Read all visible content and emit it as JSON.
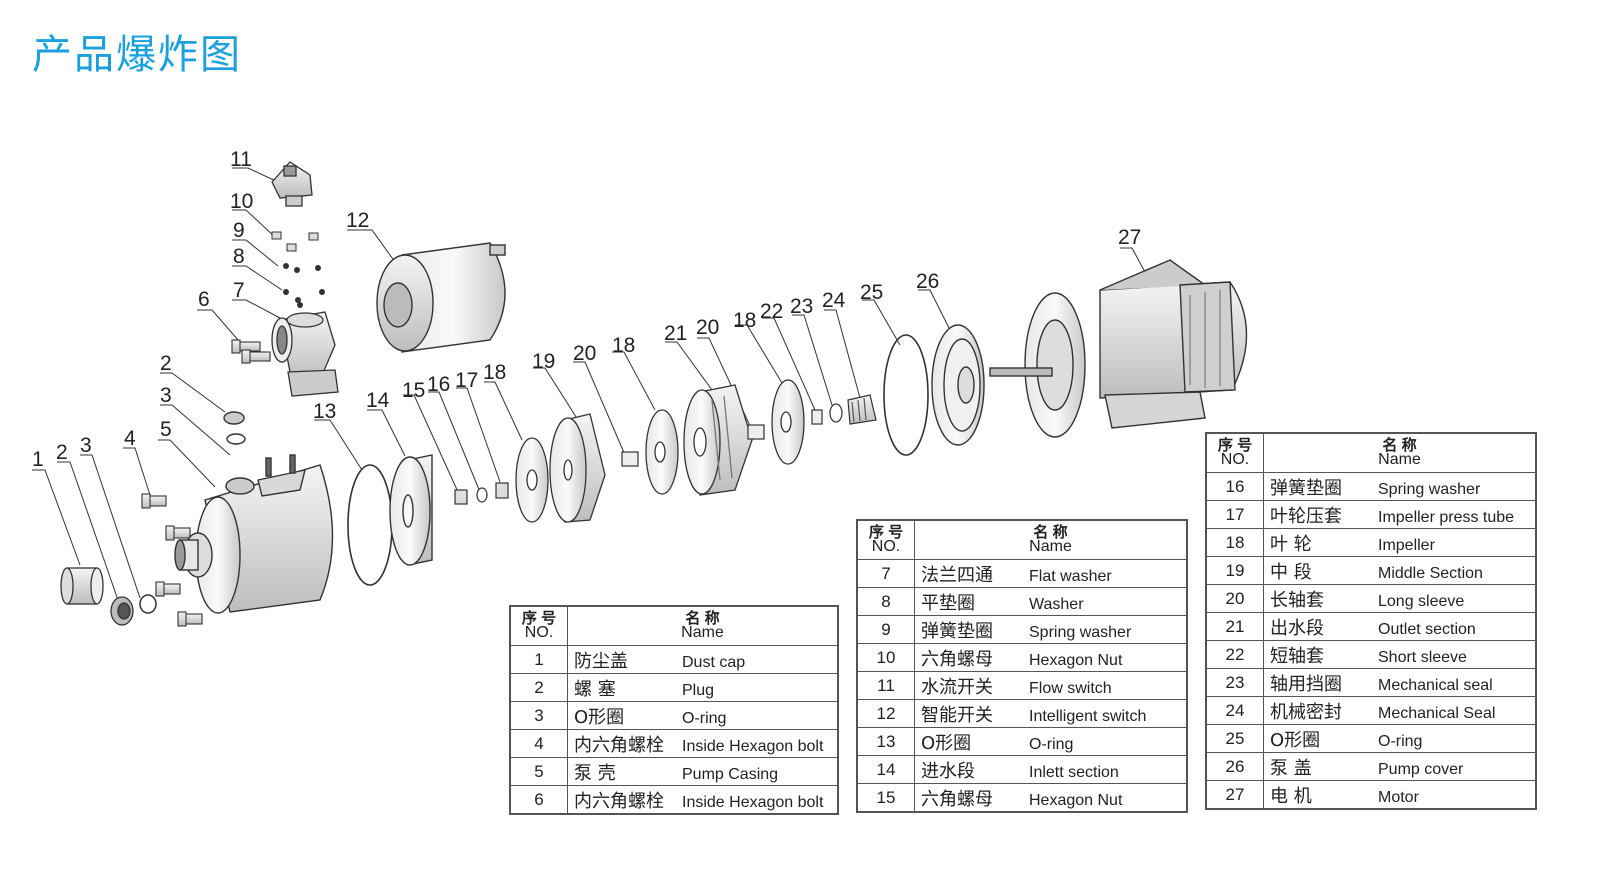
{
  "title": "产品爆炸图",
  "header": {
    "no_cn": "序 号",
    "no_en": "NO.",
    "name_cn": "名 称",
    "name_en": "Name"
  },
  "callouts": [
    "1",
    "2",
    "3",
    "4",
    "5",
    "2",
    "3",
    "6",
    "7",
    "8",
    "9",
    "10",
    "11",
    "12",
    "13",
    "14",
    "15",
    "16",
    "17",
    "18",
    "19",
    "20",
    "18",
    "21",
    "20",
    "18",
    "22",
    "23",
    "24",
    "25",
    "26",
    "27"
  ],
  "tables": [
    {
      "rows": [
        {
          "no": "1",
          "cn": "防尘盖",
          "en": "Dust cap"
        },
        {
          "no": "2",
          "cn": "螺 塞",
          "en": "Plug"
        },
        {
          "no": "3",
          "cn": "O形圈",
          "en": "O-ring"
        },
        {
          "no": "4",
          "cn": "内六角螺栓",
          "en": "Inside Hexagon bolt"
        },
        {
          "no": "5",
          "cn": "泵 壳",
          "en": "Pump Casing"
        },
        {
          "no": "6",
          "cn": "内六角螺栓",
          "en": "Inside Hexagon bolt"
        }
      ]
    },
    {
      "rows": [
        {
          "no": "7",
          "cn": "法兰四通",
          "en": "Flat washer"
        },
        {
          "no": "8",
          "cn": "平垫圈",
          "en": "Washer"
        },
        {
          "no": "9",
          "cn": "弹簧垫圈",
          "en": "Spring washer"
        },
        {
          "no": "10",
          "cn": "六角螺母",
          "en": "Hexagon Nut"
        },
        {
          "no": "11",
          "cn": "水流开关",
          "en": "Flow switch"
        },
        {
          "no": "12",
          "cn": "智能开关",
          "en": "Intelligent switch"
        },
        {
          "no": "13",
          "cn": "O形圈",
          "en": "O-ring"
        },
        {
          "no": "14",
          "cn": "进水段",
          "en": "Inlett section"
        },
        {
          "no": "15",
          "cn": "六角螺母",
          "en": "Hexagon Nut"
        }
      ]
    },
    {
      "rows": [
        {
          "no": "16",
          "cn": "弹簧垫圈",
          "en": "Spring washer"
        },
        {
          "no": "17",
          "cn": "叶轮压套",
          "en": "Impeller press tube"
        },
        {
          "no": "18",
          "cn": "叶 轮",
          "en": "Impeller"
        },
        {
          "no": "19",
          "cn": "中 段",
          "en": "Middle Section"
        },
        {
          "no": "20",
          "cn": "长轴套",
          "en": "Long sleeve"
        },
        {
          "no": "21",
          "cn": "出水段",
          "en": "Outlet section"
        },
        {
          "no": "22",
          "cn": "短轴套",
          "en": "Short sleeve"
        },
        {
          "no": "23",
          "cn": "轴用挡圈",
          "en": "Mechanical seal"
        },
        {
          "no": "24",
          "cn": "机械密封",
          "en": "Mechanical Seal"
        },
        {
          "no": "25",
          "cn": "O形圈",
          "en": "O-ring"
        },
        {
          "no": "26",
          "cn": "泵 盖",
          "en": "Pump cover"
        },
        {
          "no": "27",
          "cn": "电 机",
          "en": "Motor"
        }
      ]
    }
  ]
}
